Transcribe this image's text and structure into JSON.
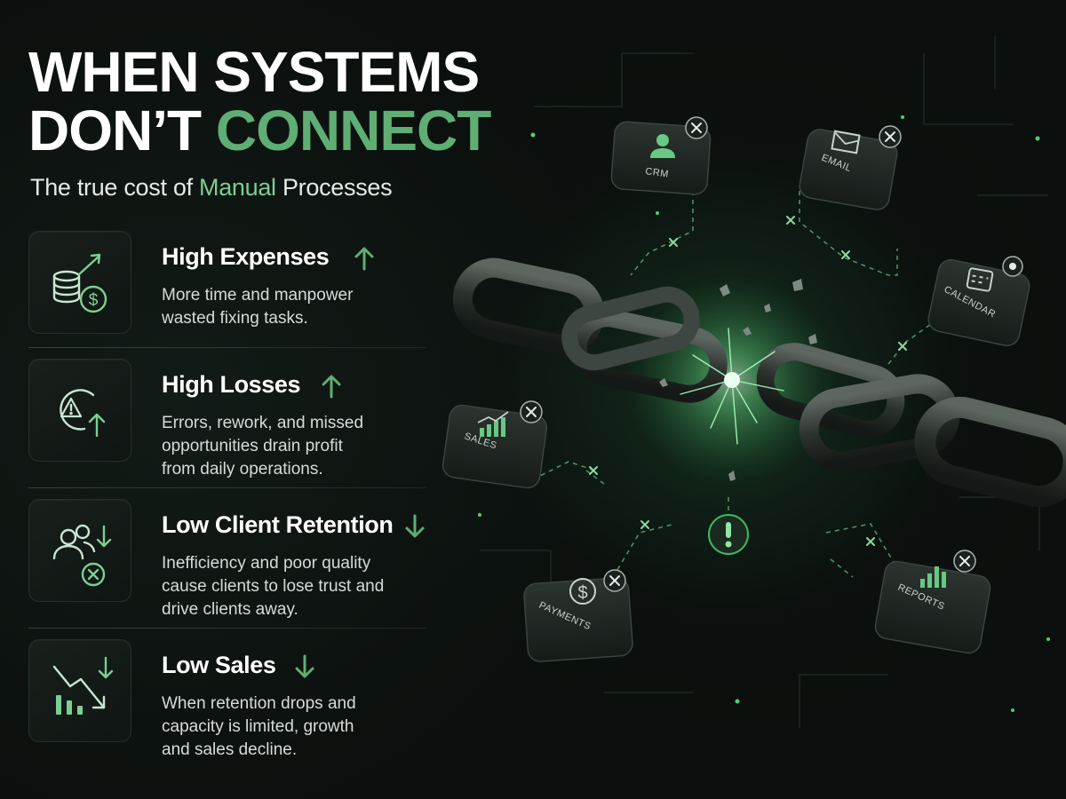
{
  "title": {
    "line1": "WHEN SYSTEMS",
    "line2_part1": "DON’T ",
    "line2_accent": "CONNECT"
  },
  "subtitle": {
    "part1": "The true cost of ",
    "accent": "Manual",
    "part2": " Processes"
  },
  "cards": [
    {
      "title": "High Expenses",
      "trend": "up",
      "icon": "coins-dollar-icon",
      "lines": [
        "More time and manpower",
        "wasted fixing tasks."
      ]
    },
    {
      "title": "High Losses",
      "trend": "up",
      "icon": "warning-clock-icon",
      "lines": [
        "Errors, rework, and missed",
        "opportunities drain profit",
        "from daily operations."
      ]
    },
    {
      "title": "Low Client Retention",
      "trend": "down",
      "icon": "users-remove-icon",
      "lines": [
        "Inefficiency and poor quality",
        "cause clients to lose trust and",
        "drive clients away."
      ]
    },
    {
      "title": "Low Sales",
      "trend": "down",
      "icon": "declining-chart-icon",
      "lines": [
        "When retention drops and",
        "capacity is limited, growth",
        "and sales decline."
      ]
    }
  ],
  "modules": {
    "crm": "CRM",
    "email": "EMAIL",
    "calendar": "CALENDAR",
    "sales": "SALES",
    "payments": "PAYMENTS",
    "reports": "REPORTS"
  },
  "colors": {
    "accent": "#5fae74",
    "accent_bright": "#7ccf92",
    "background": "#0b0f0d",
    "card_bg": "#141b17"
  }
}
